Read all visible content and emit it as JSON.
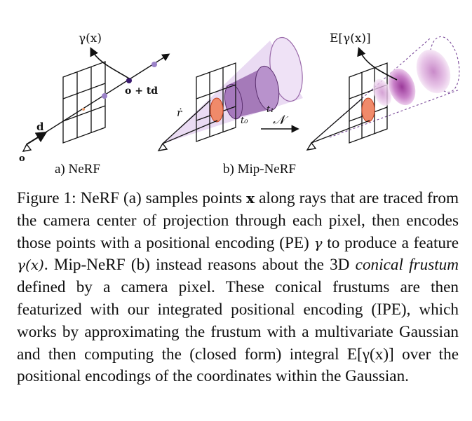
{
  "figure": {
    "nerf": {
      "label": "a) NeRF",
      "ray_eq": "o + td",
      "output": "γ(x)",
      "dir": "d",
      "origin": "o"
    },
    "mipnerf": {
      "label": "b) Mip-NeRF",
      "t0": "t₀",
      "t1": "t₁",
      "rdot": "ṙ",
      "normal": "𝒩",
      "output": "E[γ(x)]"
    }
  },
  "caption": {
    "prefix": "Figure 1:",
    "s1": "NeRF (a) samples points",
    "x1": "x",
    "s2": "along rays that are traced from the camera center of projection through each pixel, then encodes those points with a positional encoding (PE)",
    "gamma1": "γ",
    "s3": "to produce a feature",
    "gamma_x": "γ(x)",
    "s4": ". Mip-NeRF (b) instead reasons about the 3D",
    "italic": "conical frustum",
    "s5": "defined by a camera pixel. These conical frustums are then featurized with our integrated positional encoding (IPE), which works by approximating the frustum with a multivariate Gaussian and then computing the (closed form) integral",
    "expect": "E[γ(x)]",
    "s6": "over the positional encodings of the coordinates within the Gaussian."
  }
}
